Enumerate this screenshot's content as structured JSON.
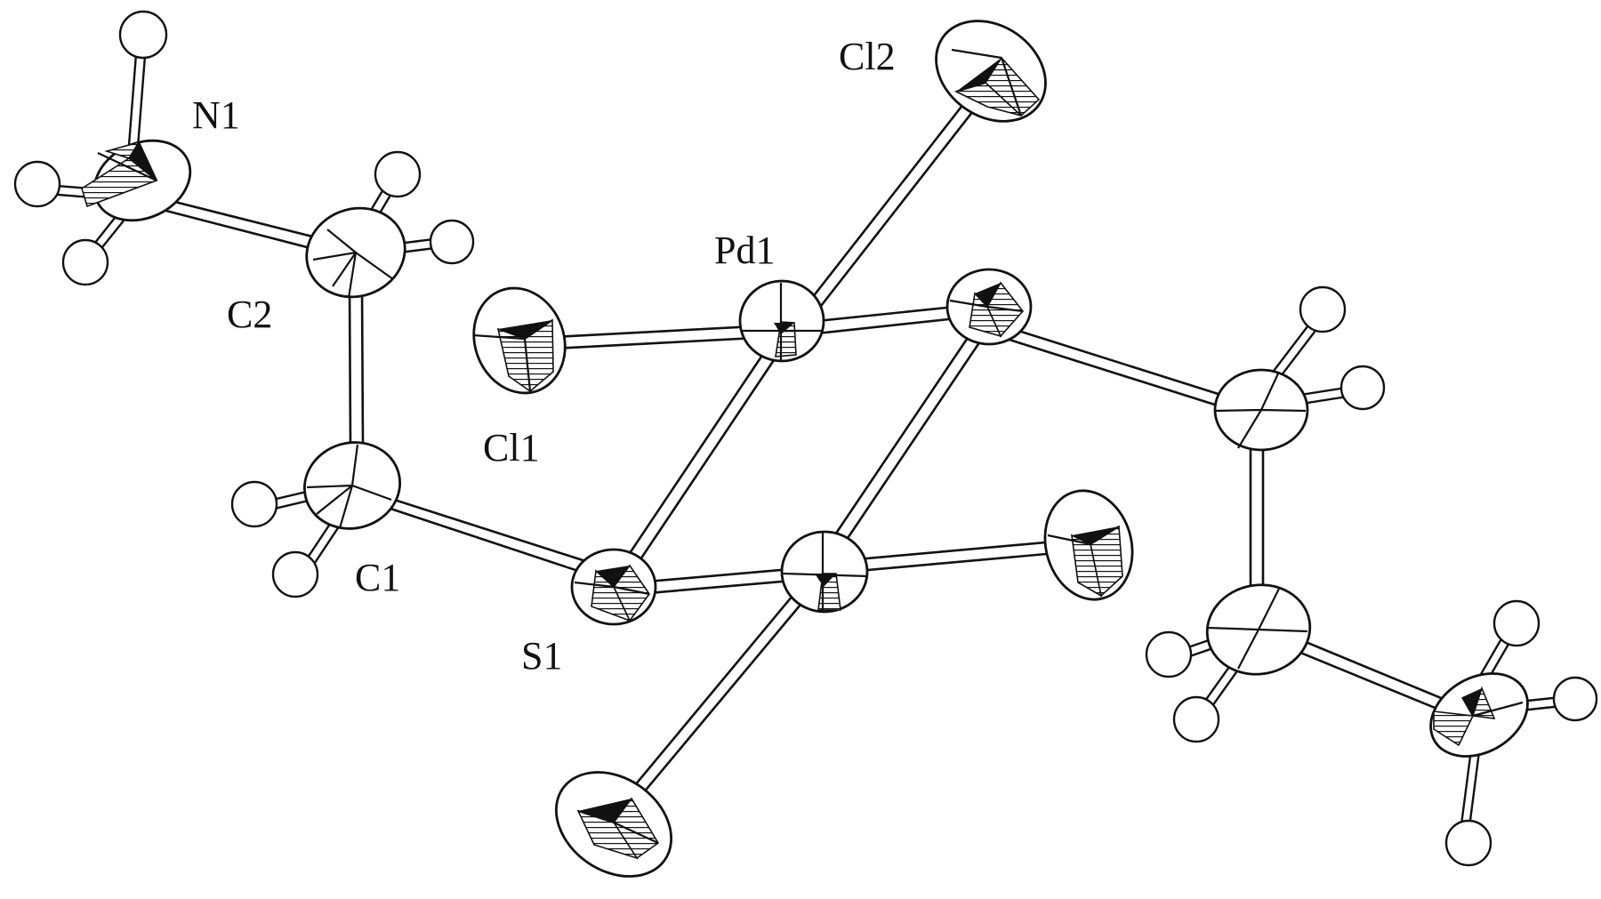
{
  "diagram": {
    "type": "ORTEP crystal structure",
    "atom_labels": {
      "N1": "N1",
      "C2": "C2",
      "C1": "C1",
      "Pd1": "Pd1",
      "Cl1": "Cl1",
      "Cl2": "Cl2",
      "S1": "S1"
    }
  }
}
